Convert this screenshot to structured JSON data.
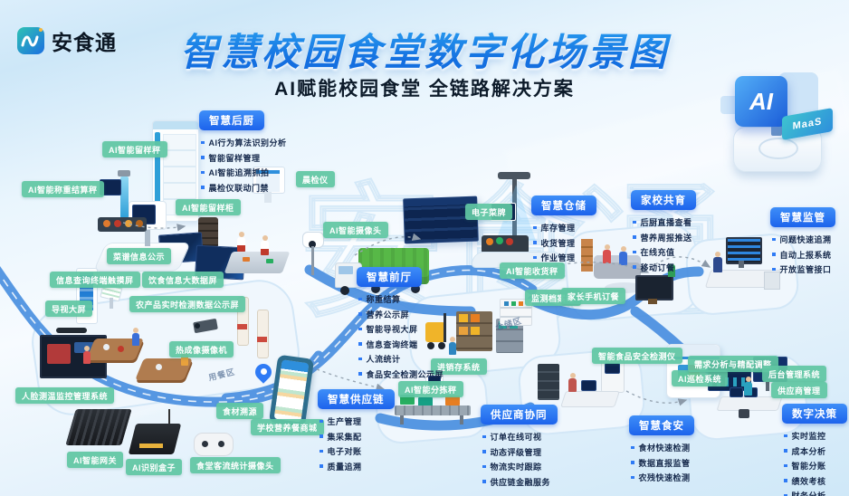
{
  "header": {
    "logo": "安食通",
    "title": "智慧校园食堂数字化场景图",
    "subtitle": "AI赋能校园食堂  全链路解决方案",
    "badge_ai": "AI",
    "badge_maas": "MaaS"
  },
  "watermark": "安食通",
  "zones": [
    {
      "id": "kitchen",
      "title": "智慧后厨",
      "items": [
        "AI行为算法识别分析",
        "智能留样管理",
        "AI智能追溯抓拍",
        "晨检仪联动门禁"
      ]
    },
    {
      "id": "front",
      "title": "智慧前厅",
      "items": [
        "称重结算",
        "营养公示屏",
        "智能导视大屏",
        "信息查询终端",
        "人流统计",
        "食品安全检测公示屏"
      ]
    },
    {
      "id": "storage",
      "title": "智慧仓储",
      "items": [
        "库存管理",
        "收货管理",
        "作业管理"
      ]
    },
    {
      "id": "family",
      "title": "家校共育",
      "items": [
        "后厨直播查看",
        "营养周报推送",
        "在线充值",
        "移动订餐"
      ]
    },
    {
      "id": "regulate",
      "title": "智慧监管",
      "items": [
        "问题快速追溯",
        "自动上报系统",
        "开放监管接口"
      ]
    },
    {
      "id": "supply",
      "title": "智慧供应链",
      "items": [
        "生产管理",
        "集采集配",
        "电子对账",
        "质量追溯"
      ]
    },
    {
      "id": "vendor",
      "title": "供应商协同",
      "items": [
        "订单在线可视",
        "动态评级管理",
        "物流实时跟踪",
        "供应链金融服务"
      ]
    },
    {
      "id": "foodsafe",
      "title": "智慧食安",
      "items": [
        "食材快速检测",
        "数据直报监管",
        "农残快速检测"
      ]
    },
    {
      "id": "decision",
      "title": "数字决策",
      "items": [
        "实时监控",
        "成本分析",
        "智能分账",
        "绩效考核",
        "财务分析"
      ]
    }
  ],
  "labels": {
    "ai_sample_scale": "AI智能留样秤",
    "ai_weigh_scale": "AI智能称重结算秤",
    "ai_sample_cabinet": "AI智能留样柜",
    "morning_check": "晨检仪",
    "menu_info": "菜谱信息公示",
    "info_terminal": "信息查询终端触摸屏",
    "diet_bigdata": "饮食信息大数据屏",
    "agri_screen": "农产品实时检测数据公示屏",
    "guide_screen": "导视大屏",
    "thermal_camera": "热成像摄像机",
    "face_temp": "人脸测温监控管理系统",
    "ai_gateway": "AI智能网关",
    "ai_box": "AI识别盒子",
    "flow_camera": "食堂客流统计摄像头",
    "food_trace": "食材溯源",
    "nutrition_mall": "学校营养餐商城",
    "ai_camera": "AI智能摄像头",
    "e_menu": "电子菜牌",
    "ai_receive_scale": "AI智能收货秤",
    "archive_cabinet": "监测档案柜",
    "parent_phone": "家长手机订餐",
    "inventory_system": "进销存系统",
    "ai_sorting_scale": "AI智能分拣秤",
    "food_safety_detector": "智能食品安全检测仪",
    "ai_inspection": "AI巡检系统",
    "demand_analysis": "需求分析与精配调整",
    "backend_system": "后台管理系统",
    "supplier_mgmt": "供应商管理"
  },
  "floor_labels": {
    "dining": "用餐区",
    "warehouse": "仓储区"
  },
  "colors": {
    "zone_blue": "#2574f0",
    "label_green": "#60c6a2",
    "title_blue": "#1b82e8",
    "road_blue": "#4a8fe0"
  }
}
